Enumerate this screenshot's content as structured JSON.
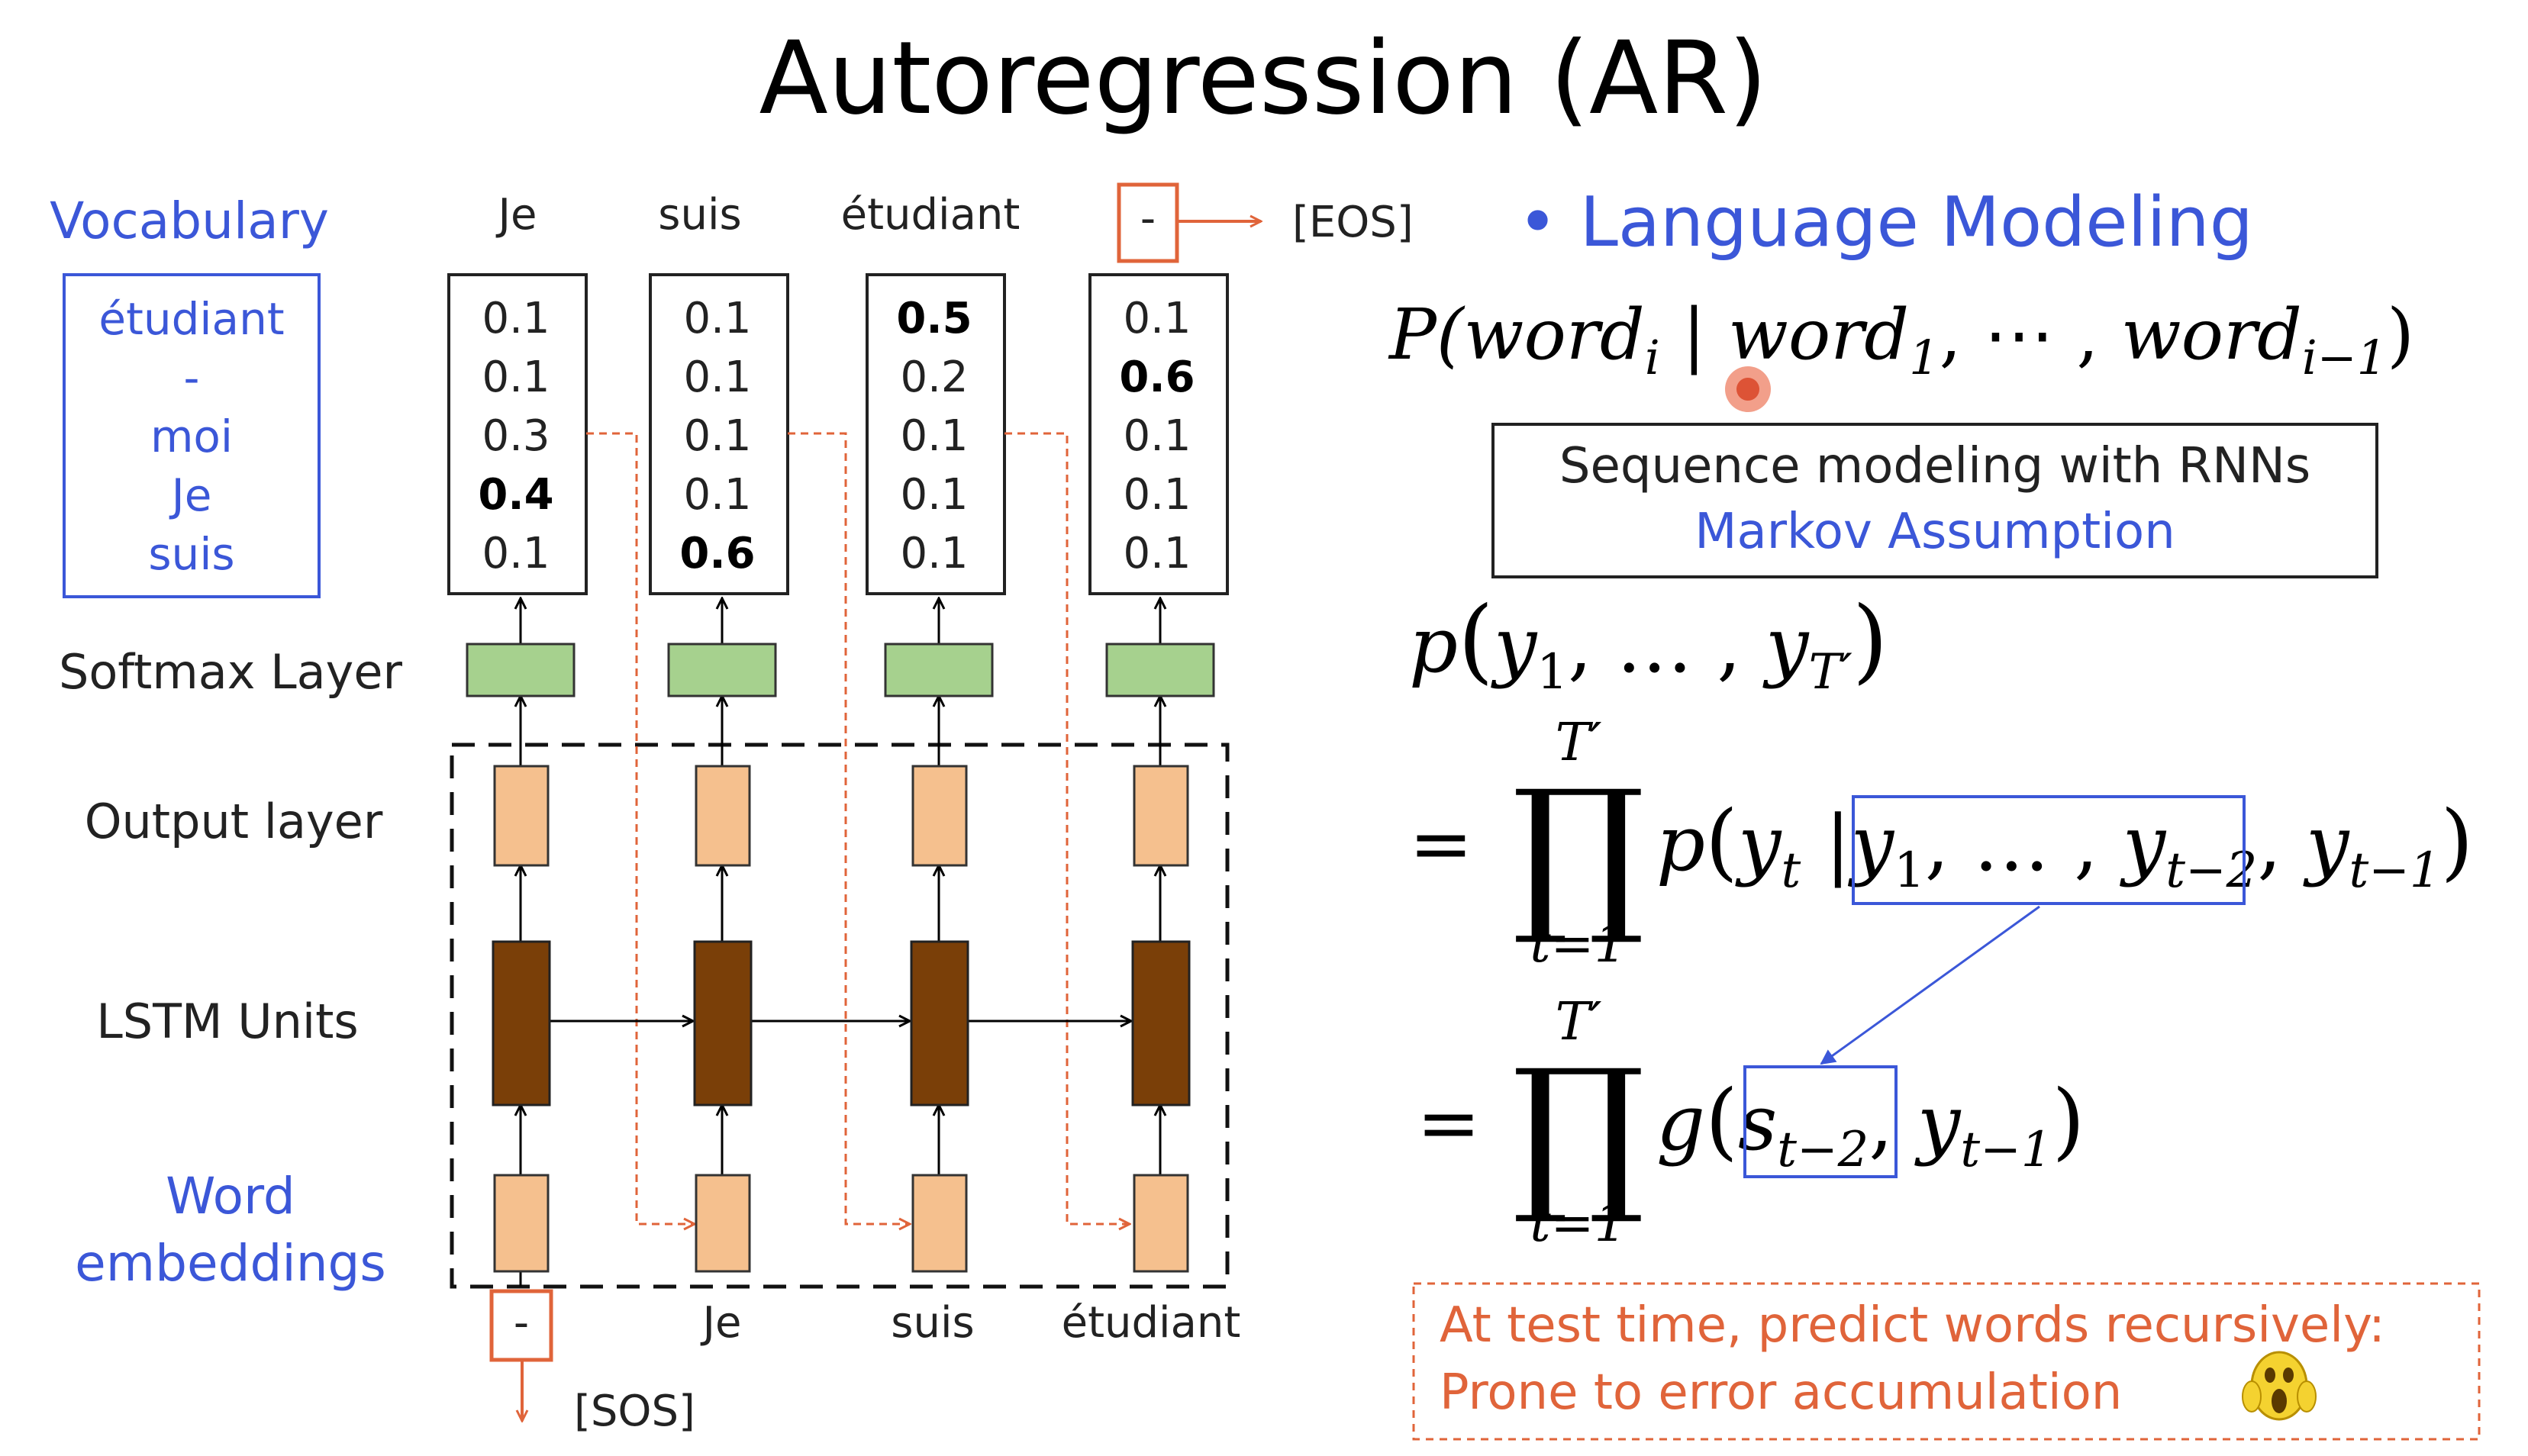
{
  "title": "Autoregression (AR)",
  "left_labels": {
    "vocabulary": "Vocabulary",
    "softmax": "Softmax Layer",
    "output": "Output layer",
    "lstm": "LSTM Units",
    "word_embeddings_1": "Word",
    "word_embeddings_2": "embeddings"
  },
  "vocabulary": [
    "étudiant",
    "-",
    "moi",
    "Je",
    "suis"
  ],
  "output_words": [
    "Je",
    "suis",
    "étudiant",
    "-"
  ],
  "eos_label": "[EOS]",
  "input_words": [
    "-",
    "Je",
    "suis",
    "étudiant"
  ],
  "sos_label": "[SOS]",
  "prob_columns": [
    [
      "0.1",
      "0.1",
      "0.3",
      "0.4",
      "0.1"
    ],
    [
      "0.1",
      "0.1",
      "0.1",
      "0.1",
      "0.6"
    ],
    [
      "0.5",
      "0.2",
      "0.1",
      "0.1",
      "0.1"
    ],
    [
      "0.1",
      "0.6",
      "0.1",
      "0.1",
      "0.1"
    ]
  ],
  "right": {
    "bullet": "• Language Modeling",
    "formula_1": "P(word_i | word_1, ⋯, word_{i−1})",
    "box_line_1": "Sequence modeling with RNNs",
    "box_line_2": "Markov Assumption",
    "formula_2": "p(y_1, …, y_T′)",
    "formula_3": "= ∏_{t=1}^{T′} p(y_t | y_1, …, y_{t−2}, y_{t−1})",
    "formula_4": "= ∏_{t=1}^{T′} g(s_{t−2}, y_{t−1})",
    "note_line_1": "At test time, predict words recursively:",
    "note_line_2": "Prone to error accumulation"
  },
  "colors": {
    "blue": "#3b57d8",
    "red": "#e0643a",
    "softmax_green": "#a6d18e",
    "output_peach": "#f5c08e",
    "lstm_brown": "#7a3f08"
  }
}
